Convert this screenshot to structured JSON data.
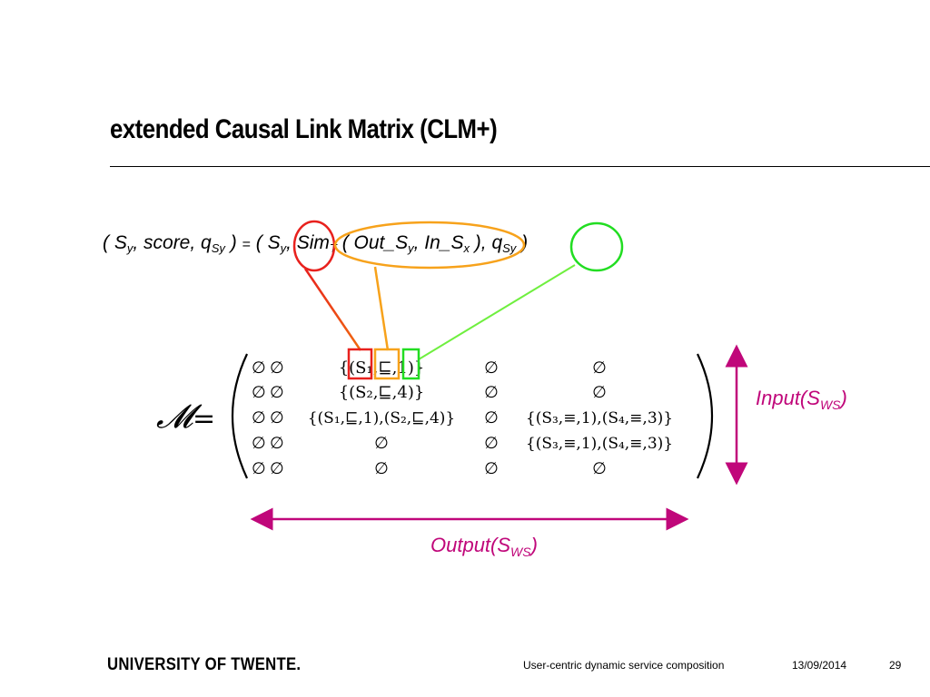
{
  "slide": {
    "title": "extended Causal Link Matrix (CLM+)",
    "formula": {
      "open": "( S",
      "sub_y1": "y",
      "part2": ", score, q",
      "sub_sy1": "Sy",
      "part3": " ) ",
      "eq": "=",
      "part4": " ( S",
      "sub_y2": "y",
      "part5": ", Sim",
      "sub_t": "T",
      "part6": " ( Out_S",
      "sub_y3": "y",
      "part7": ", In_S",
      "sub_x": "x",
      "part8": " ), q",
      "sub_sy2": "Sy",
      "close": " )"
    },
    "matrix": {
      "symbol": "𝓜",
      "equals": "=",
      "rows": [
        [
          "∅",
          "∅",
          "{(S₁,⊑,1)}",
          "∅",
          "∅"
        ],
        [
          "∅",
          "∅",
          "{(S₂,⊑,4)}",
          "∅",
          "∅"
        ],
        [
          "∅",
          "∅",
          "{(S₁,⊑,1),(S₂,⊑,4)}",
          "∅",
          "{(S₃,≡,1),(S₄,≡,3)}"
        ],
        [
          "∅",
          "∅",
          "∅",
          "∅",
          "{(S₃,≡,1),(S₄,≡,3)}"
        ],
        [
          "∅",
          "∅",
          "∅",
          "∅",
          "∅"
        ]
      ]
    },
    "input_label": {
      "text": "Input(S",
      "sub": "WS",
      "close": ")"
    },
    "output_label": {
      "text": "Output(S",
      "sub": "WS",
      "close": ")"
    },
    "colors": {
      "red": "#e8211d",
      "orange": "#f7a21b",
      "green": "#22dd22",
      "magenta": "#c0077a"
    }
  },
  "footer": {
    "logo": "UNIVERSITY OF TWENTE.",
    "subject": "User-centric dynamic service composition",
    "date": "13/09/2014",
    "page": "29"
  }
}
